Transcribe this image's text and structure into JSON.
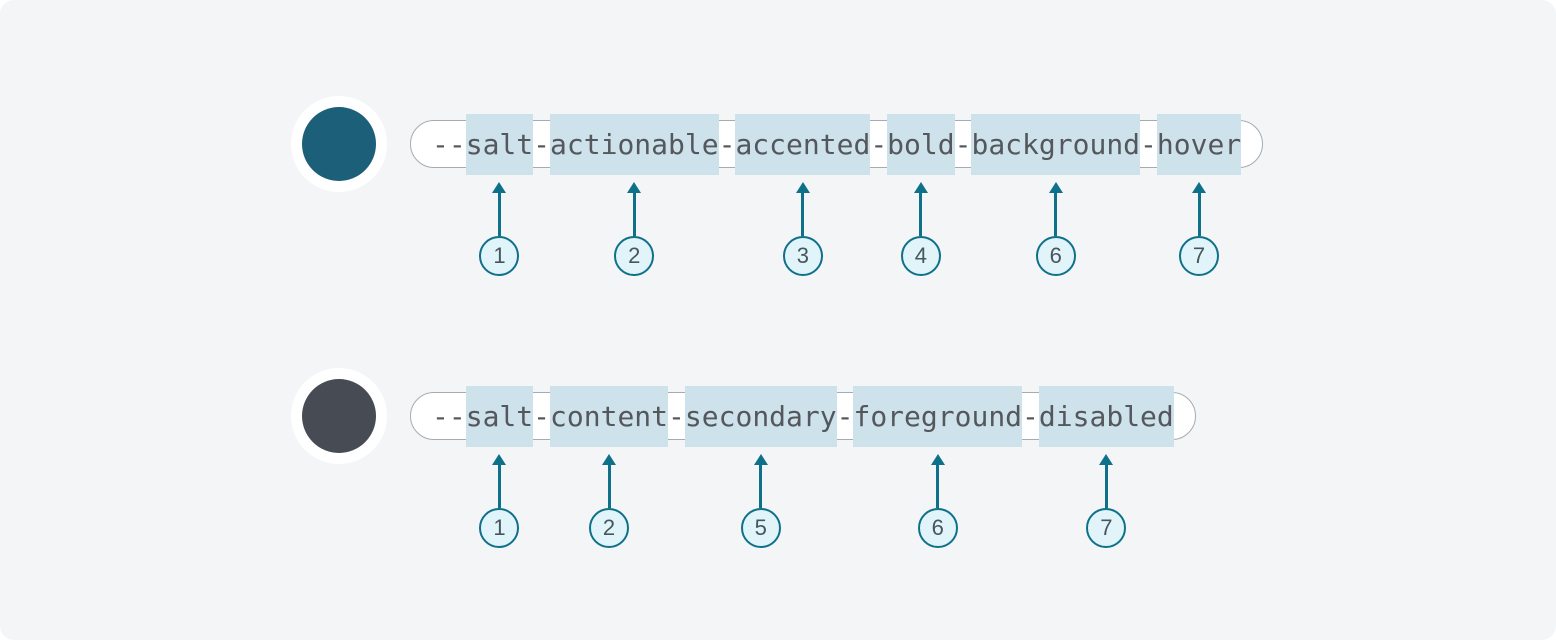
{
  "figure": {
    "description": "Design token name anatomy diagram with numbered callouts"
  },
  "colors": {
    "page_bg": "#ffffff",
    "canvas_bg": "#f3f5f7",
    "pill_bg": "#ffffff",
    "pill_border": "#a6abaf",
    "token_text": "#54585c",
    "highlight": "#cee2ec",
    "accent": "#0e7189",
    "callout_fill": "#e1f4f9",
    "callout_text": "#47565e"
  },
  "rows": [
    {
      "swatch_name": "teal-color-swatch",
      "swatch_color": "#1c5f78",
      "token": "--salt-actionable-accented-bold-background-hover",
      "parts": [
        {
          "text": "--",
          "highlight": false
        },
        {
          "text": "salt",
          "highlight": true,
          "callout": "1"
        },
        {
          "text": "-",
          "highlight": false
        },
        {
          "text": "actionable",
          "highlight": true,
          "callout": "2"
        },
        {
          "text": "-",
          "highlight": false
        },
        {
          "text": "accented",
          "highlight": true,
          "callout": "3"
        },
        {
          "text": "-",
          "highlight": false
        },
        {
          "text": "bold",
          "highlight": true,
          "callout": "4"
        },
        {
          "text": "-",
          "highlight": false
        },
        {
          "text": "background",
          "highlight": true,
          "callout": "6"
        },
        {
          "text": "-",
          "highlight": false
        },
        {
          "text": "hover",
          "highlight": true,
          "callout": "7"
        }
      ]
    },
    {
      "swatch_name": "gray-color-swatch",
      "swatch_color": "#474b53",
      "token": "--salt-content-secondary-foreground-disabled",
      "parts": [
        {
          "text": "--",
          "highlight": false
        },
        {
          "text": "salt",
          "highlight": true,
          "callout": "1"
        },
        {
          "text": "-",
          "highlight": false
        },
        {
          "text": "content",
          "highlight": true,
          "callout": "2"
        },
        {
          "text": "-",
          "highlight": false
        },
        {
          "text": "secondary",
          "highlight": true,
          "callout": "5"
        },
        {
          "text": "-",
          "highlight": false
        },
        {
          "text": "foreground",
          "highlight": true,
          "callout": "6"
        },
        {
          "text": "-",
          "highlight": false
        },
        {
          "text": "disabled",
          "highlight": true,
          "callout": "7"
        }
      ]
    }
  ]
}
